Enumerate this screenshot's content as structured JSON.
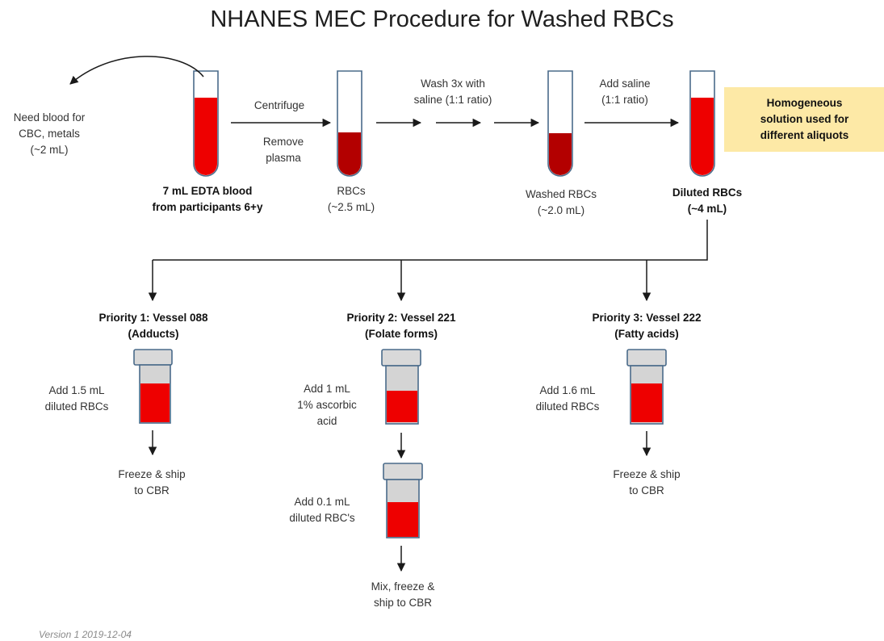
{
  "title": "NHANES MEC Procedure for Washed RBCs",
  "side_note": "Need blood for\nCBC, metals\n(~2 mL)",
  "steps": {
    "centrifuge": "Centrifuge",
    "remove_plasma": "Remove\nplasma",
    "wash": "Wash 3x with\nsaline (1:1 ratio)",
    "add_saline": "Add saline\n(1:1 ratio)"
  },
  "tubes": {
    "blood": "7 mL EDTA blood\nfrom participants 6+y",
    "rbcs": "RBCs\n(~2.5 mL)",
    "washed": "Washed RBCs\n(~2.0 mL)",
    "diluted": "Diluted RBCs\n(~4 mL)"
  },
  "callout": "Homogeneous\nsolution used for\ndifferent aliquots",
  "vessels": {
    "v088": {
      "title": "Priority 1: Vessel 088\n(Adducts)",
      "add": "Add 1.5 mL\ndiluted RBCs",
      "next": "Freeze & ship\nto CBR"
    },
    "v221": {
      "title": "Priority 2: Vessel 221\n(Folate forms)",
      "add": "Add 1 mL\n1% ascorbic\nacid",
      "add2": "Add 0.1 mL\ndiluted RBC's",
      "next": "Mix, freeze &\nship to CBR"
    },
    "v222": {
      "title": "Priority 3: Vessel 222\n(Fatty acids)",
      "add": "Add 1.6 mL\ndiluted RBCs",
      "next": "Freeze & ship\nto CBR"
    }
  },
  "version": "Version 1 2019-12-04",
  "colors": {
    "blood_red": "#ee0000",
    "packed_rbc": "#b30000",
    "callout_bg": "#fde9a6",
    "tube_outline": "#4a6b8a"
  }
}
